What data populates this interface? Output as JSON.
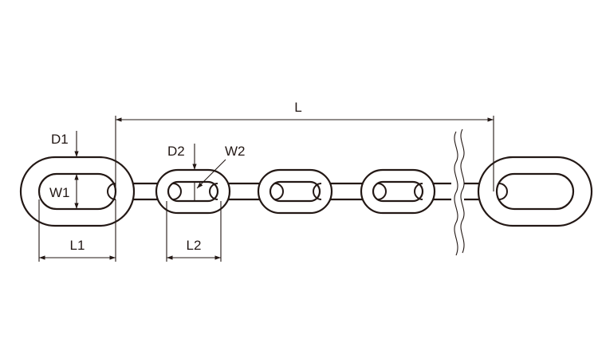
{
  "diagram": {
    "labels": {
      "L": "L",
      "D1": "D1",
      "W1": "W1",
      "L1": "L1",
      "D2": "D2",
      "W2": "W2",
      "L2": "L2"
    },
    "line_color": "#231815",
    "background": "#ffffff"
  }
}
